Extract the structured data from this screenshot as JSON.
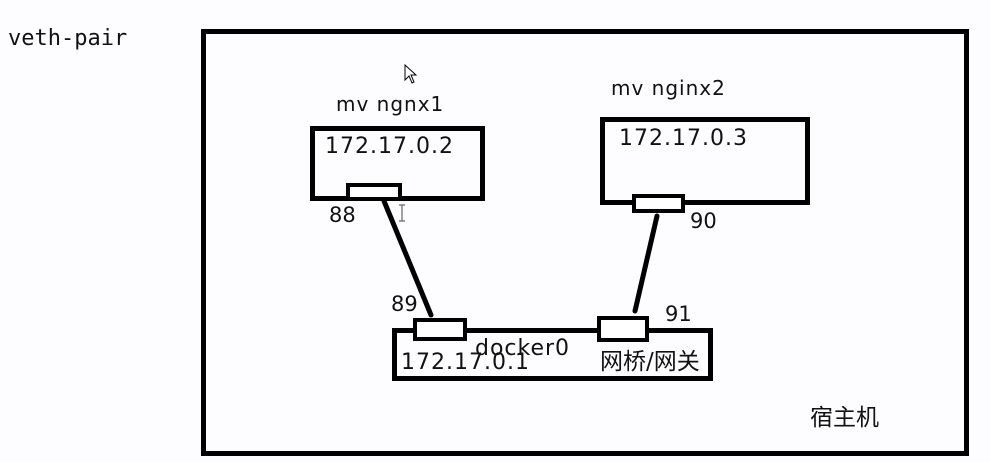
{
  "title": "veth-pair",
  "host": {
    "label": "宿主机"
  },
  "containers": [
    {
      "name": "mv ngnx1",
      "ip": "172.17.0.2",
      "port_label": "88"
    },
    {
      "name": "mv nginx2",
      "ip": "172.17.0.3",
      "port_label": "90"
    }
  ],
  "bridge": {
    "name": "docker0",
    "ip": "172.17.0.1",
    "description": "网桥/网关",
    "ports": [
      {
        "label": "89"
      },
      {
        "label": "91"
      }
    ]
  },
  "links": [
    {
      "from": "88",
      "to": "89"
    },
    {
      "from": "90",
      "to": "91"
    }
  ],
  "cursor": {
    "type": "arrow-pointer"
  },
  "text_cursor": {
    "type": "i-beam"
  }
}
